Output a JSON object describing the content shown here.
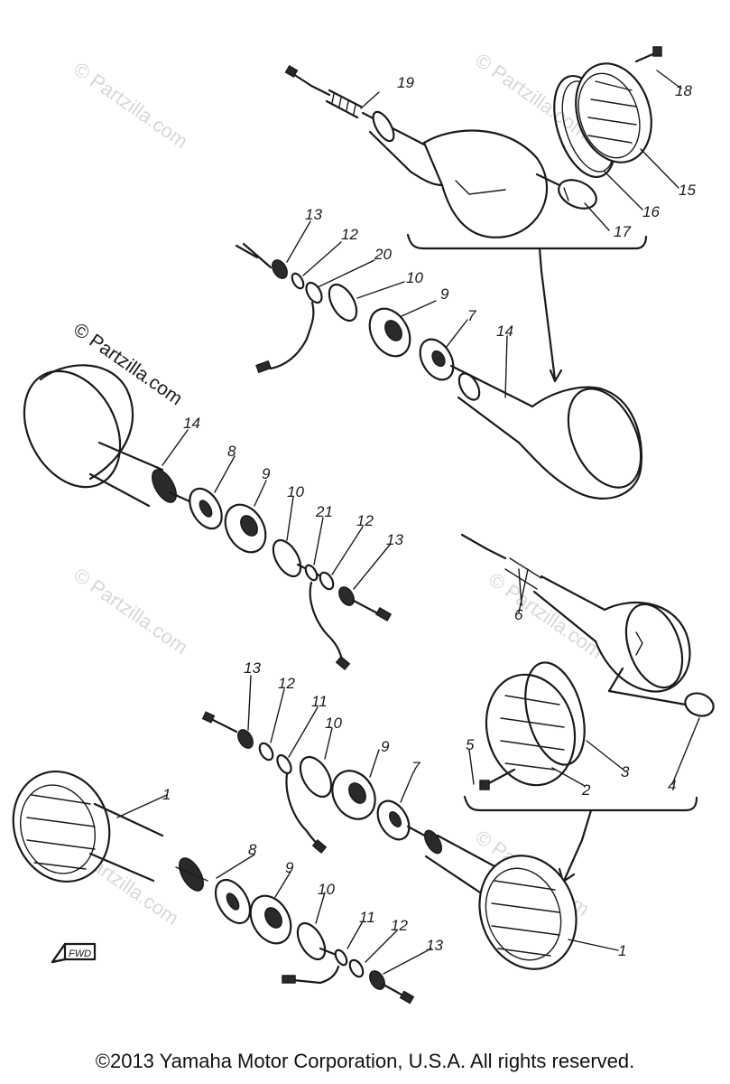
{
  "watermark": "© Partzilla.com",
  "fwd_arrow": "FWD",
  "copyright": "©2013 Yamaha Motor Corporation, U.S.A. All rights reserved.",
  "callouts": {
    "c1a": "1",
    "c1b": "1",
    "c2": "2",
    "c3": "3",
    "c4": "4",
    "c5": "5",
    "c6": "6",
    "c7a": "7",
    "c7b": "7",
    "c8a": "8",
    "c8b": "8",
    "c9a": "9",
    "c9b": "9",
    "c9c": "9",
    "c9d": "9",
    "c10a": "10",
    "c10b": "10",
    "c10c": "10",
    "c10d": "10",
    "c11a": "11",
    "c11b": "11",
    "c12a": "12",
    "c12b": "12",
    "c12c": "12",
    "c12d": "12",
    "c13a": "13",
    "c13b": "13",
    "c13c": "13",
    "c13d": "13",
    "c14a": "14",
    "c14b": "14",
    "c15": "15",
    "c16": "16",
    "c17": "17",
    "c18": "18",
    "c19": "19",
    "c20": "20",
    "c21": "21"
  }
}
